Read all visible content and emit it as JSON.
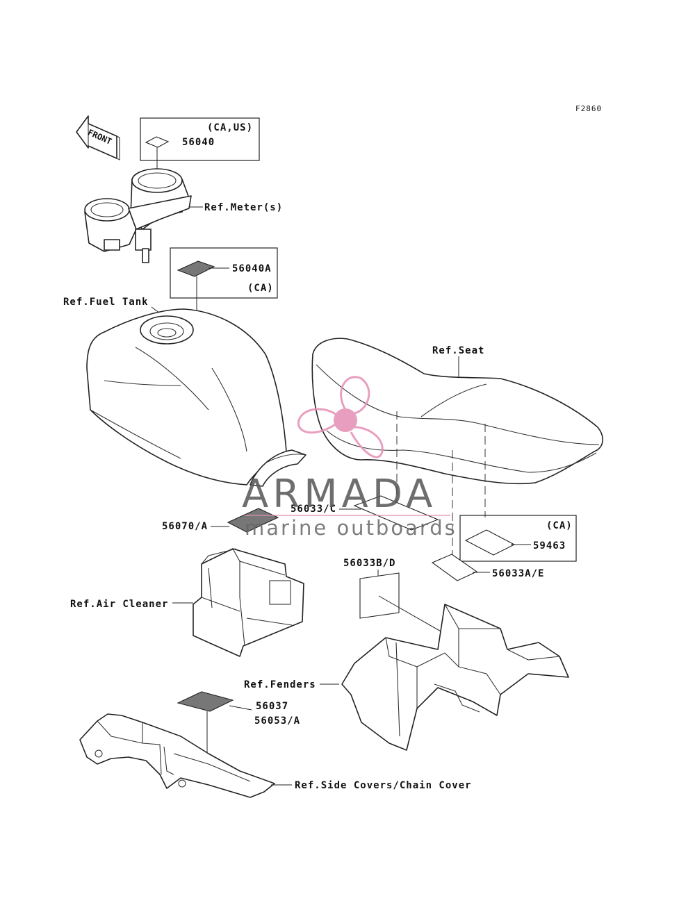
{
  "diagram_code": "F2860",
  "front_arrow_label": "FRONT",
  "labels": {
    "meter": "Ref.Meter(s)",
    "fuel_tank": "Ref.Fuel Tank",
    "seat": "Ref.Seat",
    "air_cleaner": "Ref.Air Cleaner",
    "fenders": "Ref.Fenders",
    "side_covers": "Ref.Side Covers/Chain Cover"
  },
  "parts": {
    "p56040_region": "(CA,US)",
    "p56040": "56040",
    "p56040A": "56040A",
    "p56040A_region": "(CA)",
    "p56033C": "56033/C",
    "p56070A": "56070/A",
    "p59463_region": "(CA)",
    "p59463": "59463",
    "p56033AE": "56033A/E",
    "p56033BD": "56033B/D",
    "p56037": "56037",
    "p56053A": "56053/A"
  },
  "watermark": {
    "brand": "ARMADA",
    "tagline": "marine outboards",
    "color_brand": "#555555",
    "color_accent": "#e58fb5"
  }
}
